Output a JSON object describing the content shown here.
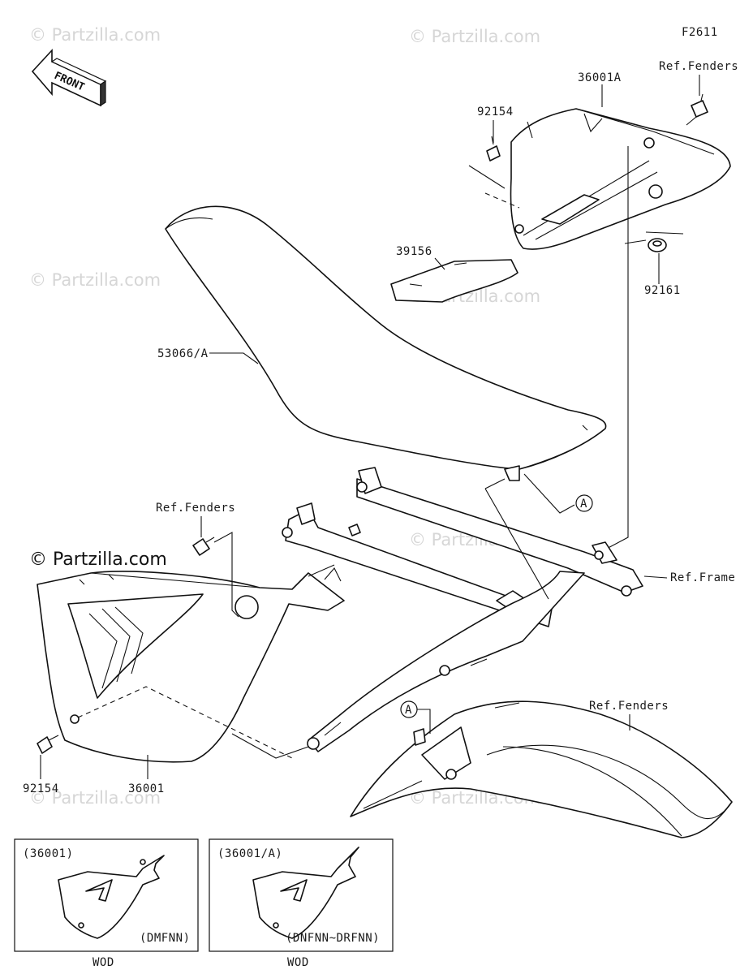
{
  "diagram_code": "F2611",
  "front_label": "FRONT",
  "watermark_light": "© Partzilla.com",
  "watermark_dark": "© Partzilla.com",
  "labels": {
    "p36001A": "36001A",
    "ref_fenders_top": "Ref.Fenders",
    "p92154_top": "92154",
    "p39156": "39156",
    "p92161": "92161",
    "p53066A": "53066/A",
    "ref_fenders_left": "Ref.Fenders",
    "ref_frame": "Ref.Frame",
    "ref_fenders_rear": "Ref.Fenders",
    "p92154_bottom": "92154",
    "p36001": "36001",
    "callout_a": "A"
  },
  "insets": [
    {
      "title": "(36001)",
      "variant": "(DMFNN)",
      "caption": "WOD"
    },
    {
      "title": "(36001/A)",
      "variant": "(DNFNN~DRFNN)",
      "caption": "WOD"
    }
  ]
}
